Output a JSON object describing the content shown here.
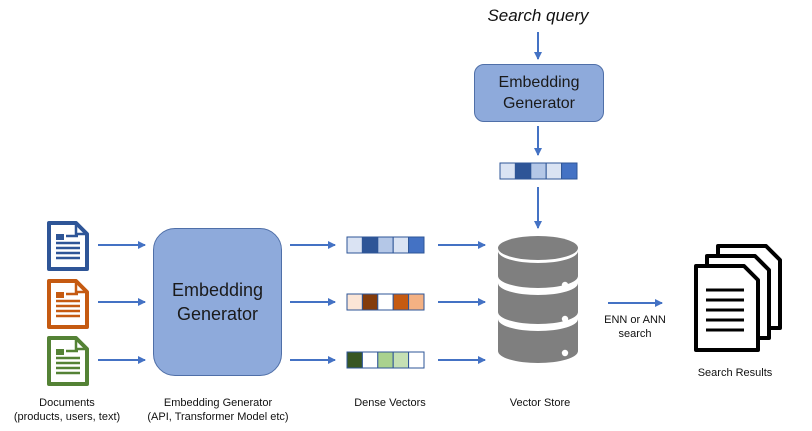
{
  "query": {
    "label": "Search query"
  },
  "generator_small": {
    "line1": "Embedding",
    "line2": "Generator"
  },
  "generator_main": {
    "line1": "Embedding",
    "line2": "Generator"
  },
  "search_edge": {
    "line1": "ENN or ANN",
    "line2": "search"
  },
  "captions": {
    "documents_line1": "Documents",
    "documents_line2": "(products, users, text)",
    "generator_line1": "Embedding Generator",
    "generator_line2": "(API, Transformer Model etc)",
    "dense_vectors": "Dense Vectors",
    "vector_store": "Vector Store",
    "search_results": "Search Results"
  },
  "documents": [
    {
      "name": "blue-document-icon",
      "color": "#2e5597"
    },
    {
      "name": "orange-document-icon",
      "color": "#c55a11"
    },
    {
      "name": "green-document-icon",
      "color": "#548235"
    }
  ],
  "vectors": {
    "query": [
      "#dae3f3",
      "#2e5597",
      "#b4c7e7",
      "#dae3f3",
      "#4472c4"
    ],
    "rows": [
      [
        "#dae3f3",
        "#2e5597",
        "#b4c7e7",
        "#dae3f3",
        "#4472c4"
      ],
      [
        "#fbe5d6",
        "#843c0c",
        "#ffffff",
        "#c55a11",
        "#f4b183"
      ],
      [
        "#385723",
        "#ffffff",
        "#a9d18e",
        "#c5e0b4",
        "#ffffff"
      ]
    ]
  },
  "colors": {
    "arrow": "#4472c4",
    "box_fill": "#8eaadb",
    "box_border": "#4f6fa8",
    "database": "#7f7f7f"
  }
}
